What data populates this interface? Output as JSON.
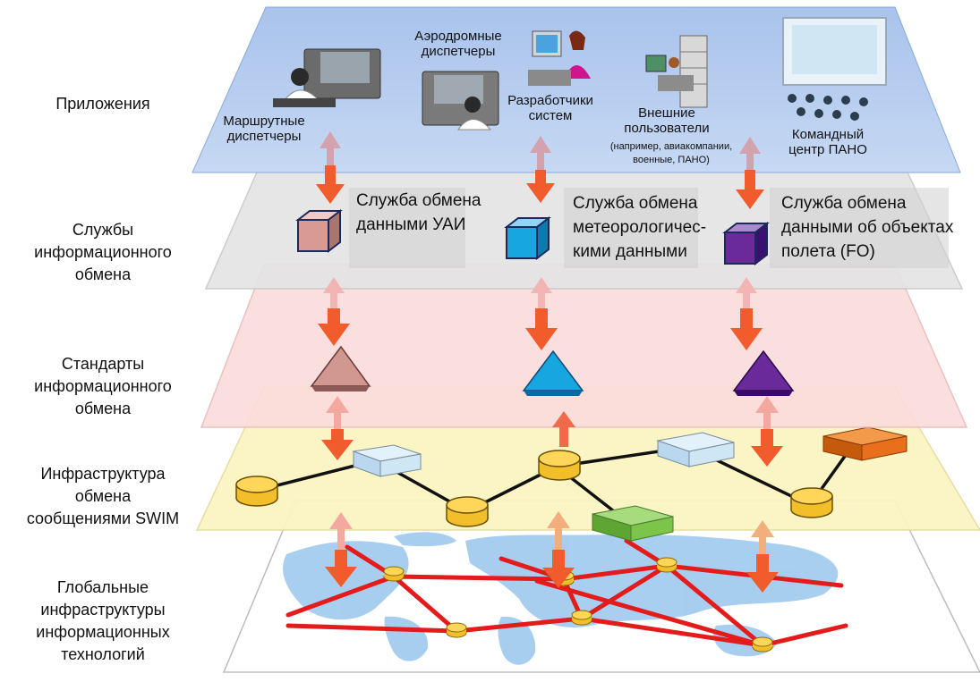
{
  "layers": [
    {
      "id": "applications",
      "label": [
        "Приложения"
      ]
    },
    {
      "id": "services",
      "label": [
        "Службы",
        "информационного",
        "обмена"
      ]
    },
    {
      "id": "standards",
      "label": [
        "Стандарты",
        "информационного",
        "обмена"
      ]
    },
    {
      "id": "swim",
      "label": [
        "Инфраструктура",
        "обмена",
        "сообщениями SWIM"
      ]
    },
    {
      "id": "it",
      "label": [
        "Глобальные",
        "инфраструктуры",
        "информационных",
        "технологий"
      ]
    }
  ],
  "applications": [
    {
      "id": "enroute",
      "label": [
        "Маршрутные",
        "диспетчеры"
      ]
    },
    {
      "id": "aerodrome",
      "label": [
        "Аэродромные",
        "диспетчеры"
      ]
    },
    {
      "id": "developers",
      "label": [
        "Разработчики",
        "систем"
      ]
    },
    {
      "id": "external",
      "label": [
        "Внешние",
        "пользователи"
      ],
      "note": [
        "(например, авиакомпании,",
        "военные, ПАНО)"
      ]
    },
    {
      "id": "command",
      "label": [
        "Командный",
        "центр ПАНО"
      ]
    }
  ],
  "services": [
    {
      "id": "ais",
      "label": [
        "Служба обмена",
        "данными УАИ"
      ],
      "color": "#d99a94"
    },
    {
      "id": "met",
      "label": [
        "Служба обмена",
        "метеорологичес-",
        "кими данными"
      ],
      "color": "#18a6e0"
    },
    {
      "id": "fo",
      "label": [
        "Служба обмена",
        "данными об объектах",
        "полета (FO)"
      ],
      "color": "#6a2a9a"
    }
  ],
  "colors": {
    "applications_plane": "#b3cbef",
    "services_plane": "#e4e4e4",
    "standards_plane": "#fbdcdc",
    "swim_plane": "#fbf5c3",
    "it_plane": "#ffffff",
    "arrow_dark": "#f25c2c",
    "arrow_light": "#f3b4b4",
    "network_line": "#e41b1b",
    "database": "#f2be2a",
    "switch": "#cfe6f5",
    "green_box": "#7cc54a",
    "orange_box": "#e8701c",
    "map_land": "#9fc9ee"
  }
}
